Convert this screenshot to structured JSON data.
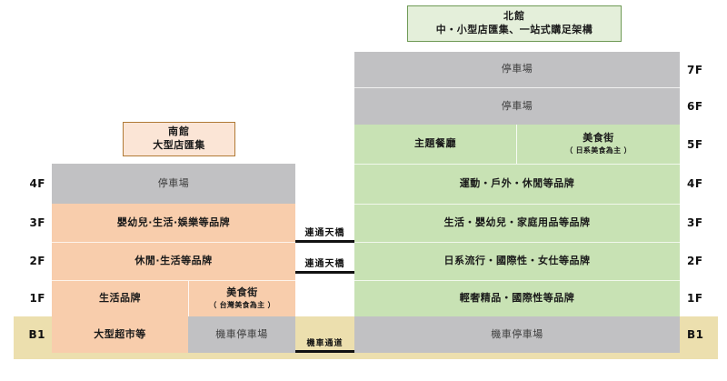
{
  "diagram": {
    "title_north": {
      "line1": "北館",
      "line2": "中・小型店匯集、一站式購足架構"
    },
    "title_south": {
      "line1": "南館",
      "line2": "大型店匯集"
    }
  },
  "floor_labels_left": [
    {
      "id": "4F",
      "text": "4F"
    },
    {
      "id": "3F",
      "text": "3F"
    },
    {
      "id": "2F",
      "text": "2F"
    },
    {
      "id": "1F",
      "text": "1F"
    },
    {
      "id": "B1",
      "text": "B1"
    }
  ],
  "floor_labels_right": [
    {
      "id": "7F",
      "text": "7F"
    },
    {
      "id": "6F",
      "text": "6F"
    },
    {
      "id": "5F",
      "text": "5F"
    },
    {
      "id": "4F",
      "text": "4F"
    },
    {
      "id": "3F",
      "text": "3F"
    },
    {
      "id": "2F",
      "text": "2F"
    },
    {
      "id": "1F",
      "text": "1F"
    },
    {
      "id": "B1",
      "text": "B1"
    }
  ],
  "north_building": {
    "floors": [
      {
        "floor": "7F",
        "cells": [
          {
            "main": "停車場",
            "sub": ""
          }
        ]
      },
      {
        "floor": "6F",
        "cells": [
          {
            "main": "停車場",
            "sub": ""
          }
        ]
      },
      {
        "floor": "5F",
        "cells": [
          {
            "main": "主題餐廳",
            "sub": ""
          },
          {
            "main": "美食街",
            "sub": "（ 日系美食為主 ）"
          }
        ]
      },
      {
        "floor": "4F",
        "cells": [
          {
            "main": "運動・戶外・休閒等品牌",
            "sub": ""
          }
        ]
      },
      {
        "floor": "3F",
        "cells": [
          {
            "main": "生活・嬰幼兒・家庭用品等品牌",
            "sub": ""
          }
        ]
      },
      {
        "floor": "2F",
        "cells": [
          {
            "main": "日系流行・國際性・女仕等品牌",
            "sub": ""
          }
        ]
      },
      {
        "floor": "1F",
        "cells": [
          {
            "main": "輕奢精品・國際性等品牌",
            "sub": ""
          }
        ]
      },
      {
        "floor": "B1",
        "cells": [
          {
            "main": "機車停車場",
            "sub": ""
          }
        ]
      }
    ]
  },
  "south_building": {
    "floors": [
      {
        "floor": "4F",
        "cells": [
          {
            "main": "停車場",
            "sub": ""
          }
        ]
      },
      {
        "floor": "3F",
        "cells": [
          {
            "main": "嬰幼兒·生活·娛樂等品牌",
            "sub": ""
          }
        ]
      },
      {
        "floor": "2F",
        "cells": [
          {
            "main": "休閒·生活等品牌",
            "sub": ""
          }
        ]
      },
      {
        "floor": "1F",
        "cells": [
          {
            "main": "生活品牌",
            "sub": ""
          },
          {
            "main": "美食街",
            "sub": "（ 台灣美食為主 ）"
          }
        ]
      },
      {
        "floor": "B1",
        "cells": [
          {
            "main": "大型超市等",
            "sub": ""
          },
          {
            "main": "機車停車場",
            "sub": ""
          }
        ]
      }
    ]
  },
  "connectors": [
    {
      "id": "bridge-upper",
      "label": "連通天橋"
    },
    {
      "id": "bridge-lower",
      "label": "連通天橋"
    },
    {
      "id": "motorcycle-passage",
      "label": "機車通道"
    }
  ],
  "colors": {
    "gray": "#c1c1c3",
    "green": "#c8e2b4",
    "peach": "#f8cdac",
    "beige": "#ecdfae",
    "north_callout_border": "#6f9a56",
    "north_callout_bg": "#e4efda",
    "south_callout_border": "#b07a36",
    "south_callout_bg": "#fbe5d6",
    "bridge_bar": "#111111"
  }
}
